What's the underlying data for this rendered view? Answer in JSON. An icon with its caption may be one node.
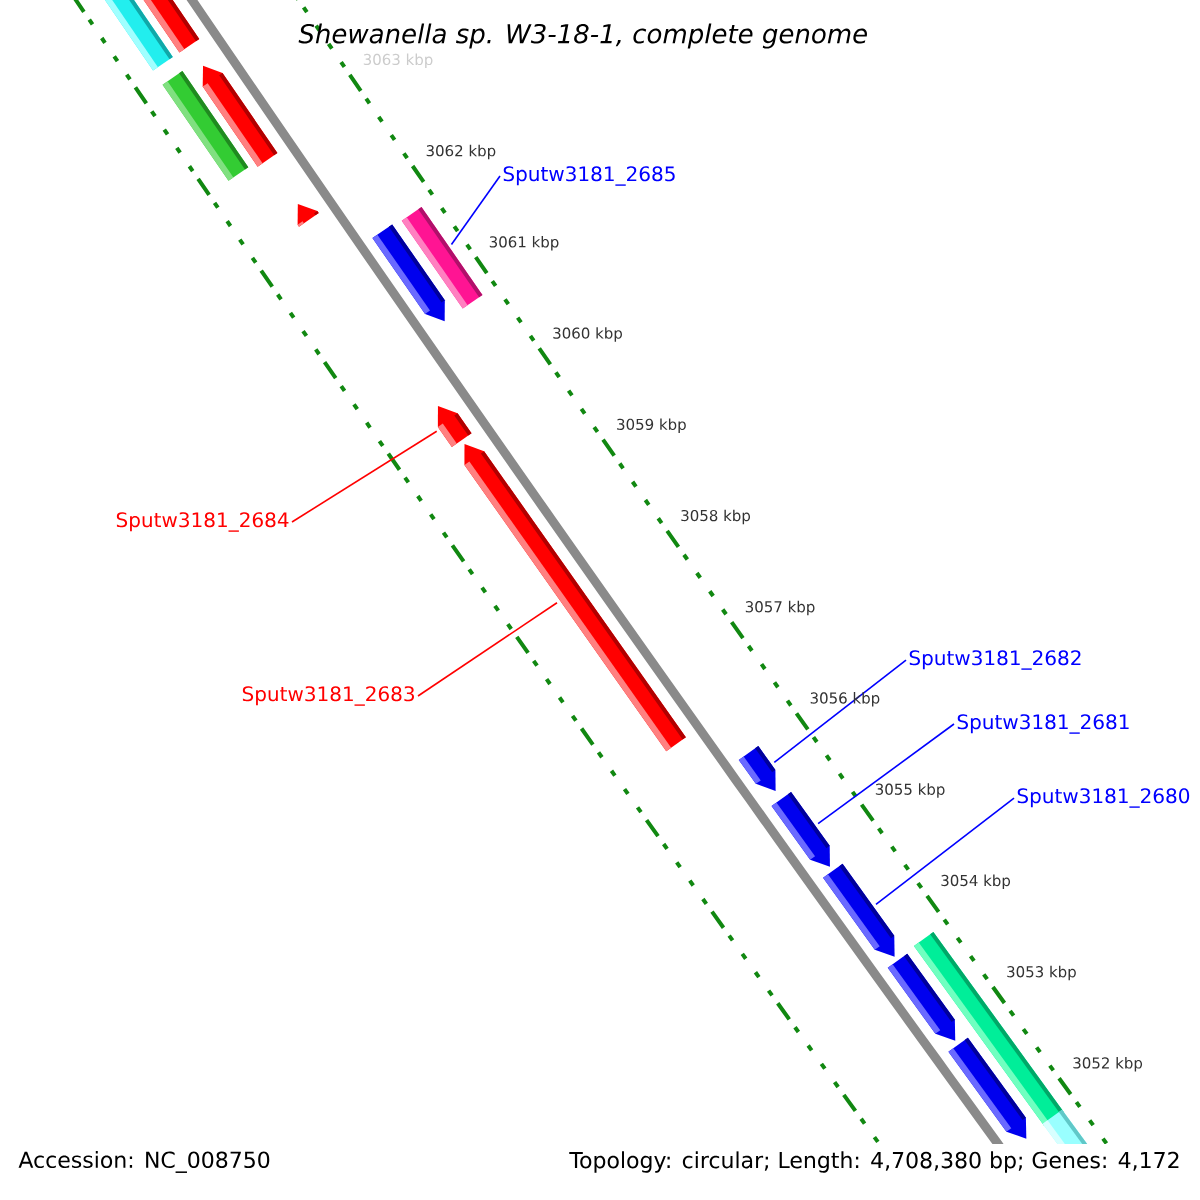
{
  "diagram": {
    "title": "Shewanella sp. W3-18-1, complete genome",
    "nodes": [
      {
        "text": [
          "Sputw3181_2685"
        ]
      },
      {
        "text": [
          "Sputw3181_2684"
        ]
      },
      {
        "text": [
          "Sputw3181_2683"
        ]
      },
      {
        "text": [
          "Sputw3181_2682"
        ]
      },
      {
        "text": [
          "Sputw3181_2681"
        ]
      },
      {
        "text": [
          "Sputw3181_2680"
        ]
      },
      {
        "text": [],
        "shape": "bar"
      },
      {
        "text": [],
        "shape": "arrow"
      },
      {
        "text": [],
        "shape": "bar"
      },
      {
        "text": [],
        "shape": "arrow"
      },
      {
        "text": [],
        "shape": "arrow"
      },
      {
        "text": [],
        "shape": "arrow"
      },
      {
        "text": [],
        "shape": "bar"
      },
      {
        "text": [],
        "shape": "arrow"
      },
      {
        "text": [],
        "shape": "arrow"
      },
      {
        "text": [],
        "shape": "arrow"
      },
      {
        "text": [],
        "shape": "arrow"
      },
      {
        "text": [],
        "shape": "arrow"
      },
      {
        "text": [],
        "shape": "bar"
      },
      {
        "text": [],
        "shape": "arrow"
      },
      {
        "text": [],
        "shape": "arrow"
      },
      {
        "text": [],
        "shape": "bar"
      }
    ],
    "edges": [
      {
        "from": 0,
        "to": 12,
        "arrow": "none"
      },
      {
        "from": 1,
        "to": 13,
        "arrow": "none",
        "color": "#ff0000"
      },
      {
        "from": 2,
        "to": 14,
        "arrow": "none",
        "color": "#ff0000"
      },
      {
        "from": 3,
        "to": 15,
        "arrow": "none"
      },
      {
        "from": 4,
        "to": 16,
        "arrow": "none"
      },
      {
        "from": 5,
        "to": 17,
        "arrow": "none"
      }
    ],
    "labels": [
      "3063 kbp",
      "3062 kbp",
      "3061 kbp",
      "3060 kbp",
      "3059 kbp",
      "3058 kbp",
      "3057 kbp",
      "3056 kbp",
      "3055 kbp",
      "3054 kbp",
      "3053 kbp",
      "3052 kbp",
      "Accession: NC_008750",
      "Topology: circular; Length: 4,708,380 bp; Genes: 4,172"
    ]
  }
}
